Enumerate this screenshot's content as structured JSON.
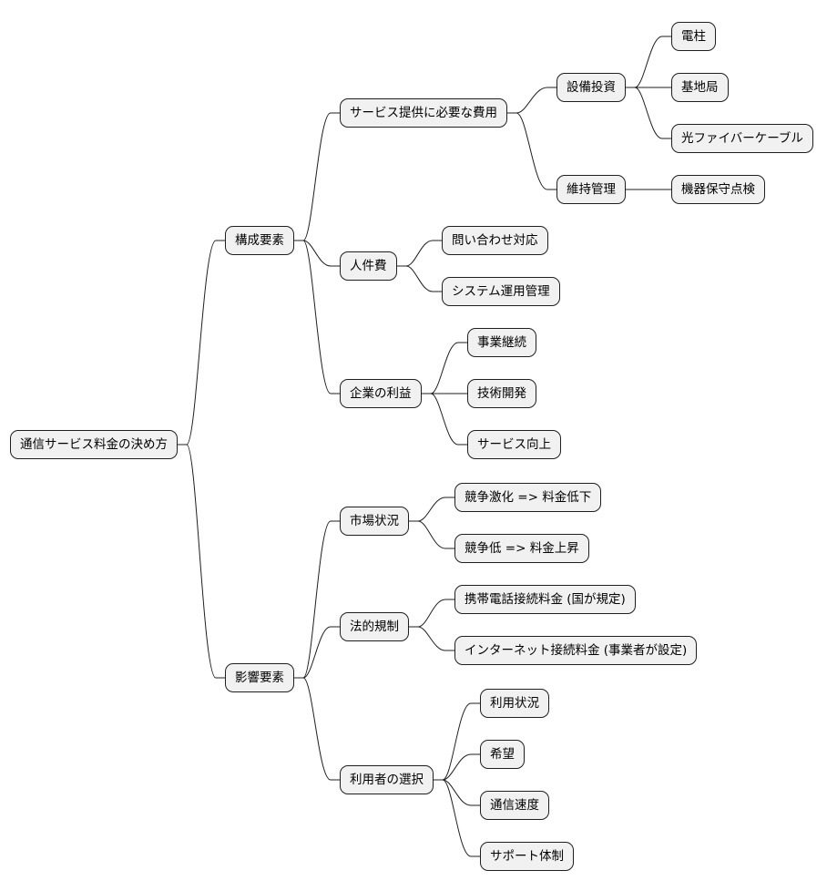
{
  "mindmap": {
    "root": "通信サービス料金の決め方",
    "components": {
      "label": "構成要素",
      "service_cost": {
        "label": "サービス提供に必要な費用",
        "equipment": {
          "label": "設備投資",
          "items": [
            "電柱",
            "基地局",
            "光ファイバーケーブル"
          ]
        },
        "maintenance": {
          "label": "維持管理",
          "items": [
            "機器保守点検"
          ]
        }
      },
      "labor": {
        "label": "人件費",
        "items": [
          "問い合わせ対応",
          "システム運用管理"
        ]
      },
      "profit": {
        "label": "企業の利益",
        "items": [
          "事業継続",
          "技術開発",
          "サービス向上"
        ]
      }
    },
    "influences": {
      "label": "影響要素",
      "market": {
        "label": "市場状況",
        "items": [
          "競争激化 => 料金低下",
          "競争低 => 料金上昇"
        ]
      },
      "regulation": {
        "label": "法的規制",
        "items": [
          "携帯電話接続料金 (国が規定)",
          "インターネット接続料金 (事業者が設定)"
        ]
      },
      "user_choice": {
        "label": "利用者の選択",
        "items": [
          "利用状況",
          "希望",
          "通信速度",
          "サポート体制"
        ]
      }
    }
  }
}
